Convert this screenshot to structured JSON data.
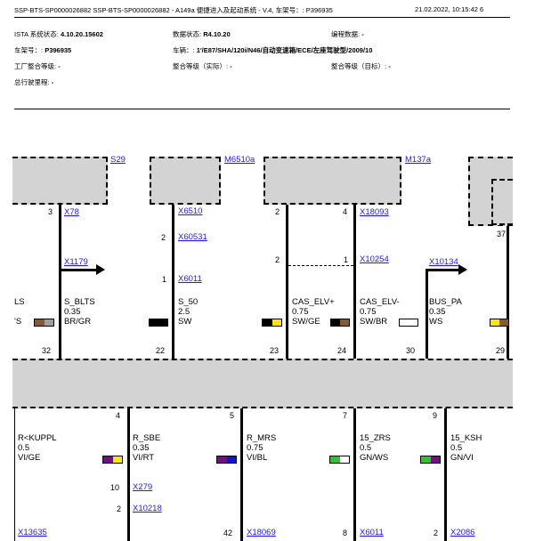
{
  "header": {
    "top_line": "SSP-BTS-SP0000026882 SSP-BTS-SP0000026882 - A149a 便捷进入及起动系统 - V.4, 车架号：: P396935",
    "datetime_page": "21.02.2022, 10:15:42  6",
    "ista_status_label": "ISTA 系统状态:",
    "ista_status_value": "4.10.20.15602",
    "data_status_label": "数据状态:",
    "data_status_value": "R4.10.20",
    "programming_label": "编程数据:",
    "programming_value": "-",
    "vin_label": "车架号：:",
    "vin_value": "P396935",
    "vehicle_label": "车辆：:",
    "vehicle_value": "1'/E87/SHA/120i/N46/自动变速箱/ECE/左座驾驶型/2009/10",
    "factory_level_label": "工厂整合等级:",
    "factory_level_value": "-",
    "actual_level_label": "整合等级（实际）:",
    "actual_level_value": "-",
    "target_level_label": "整合等级（目标）:",
    "target_level_value": "-",
    "mileage_label": "总行驶里程:",
    "mileage_value": "-"
  },
  "components": {
    "s29": "S29",
    "m6510a": "M6510a",
    "m137a": "M137a"
  },
  "connectors": {
    "x78": "X78",
    "x6510": "X6510",
    "x60531": "X60531",
    "x6011_top": "X6011",
    "x1179": "X1179",
    "x18093": "X18093",
    "x10254": "X10254",
    "x10134": "X10134",
    "x279": "X279",
    "x10218": "X10218",
    "x13635": "X13635",
    "x18069": "X18069",
    "x6011_bottom": "X6011",
    "x2086": "X2086"
  },
  "pins": {
    "p3": "3",
    "p2a": "2",
    "p1a": "1",
    "p2b": "2",
    "p4a": "4",
    "p2c": "2",
    "p1b": "1",
    "p37": "37",
    "p32": "32",
    "p22": "22",
    "p23": "23",
    "p24": "24",
    "p30": "30",
    "p29": "29",
    "p4b": "4",
    "p5": "5",
    "p7": "7",
    "p9": "9",
    "p10": "10",
    "p2d": "2",
    "p42": "42",
    "p8": "8",
    "p2e": "2"
  },
  "upper_signals": [
    {
      "name": "LS",
      "size": "",
      "color": "'S"
    },
    {
      "name": "S_BLTS",
      "size": "0.35",
      "color": "BR/GR"
    },
    {
      "name": "S_50",
      "size": "2.5",
      "color": "SW"
    },
    {
      "name": "CAS_ELV+",
      "size": "0.75",
      "color": "SW/GE"
    },
    {
      "name": "CAS_ELV-",
      "size": "0.75",
      "color": "SW/BR"
    },
    {
      "name": "BUS_PA",
      "size": "0.35",
      "color": "WS"
    }
  ],
  "lower_signals": [
    {
      "name": "R<KUPPL",
      "size": "0.5",
      "color": "VI/GE"
    },
    {
      "name": "R_SBE",
      "size": "0.35",
      "color": "VI/RT"
    },
    {
      "name": "R_MRS",
      "size": "0.75",
      "color": "VI/BL"
    },
    {
      "name": "15_ZRS",
      "size": "0.5",
      "color": "GN/WS"
    },
    {
      "name": "15_KSH",
      "size": "0.5",
      "color": "GN/VI"
    }
  ],
  "wire_colors": {
    "brown": "#8b5a2b",
    "gray": "#a0a0a0",
    "black": "#000000",
    "yellow": "#ffe600",
    "white": "#ffffff",
    "violet": "#7a0a8c",
    "red": "#e00000",
    "blue": "#1010e0",
    "green": "#22cc22",
    "module_fill": "#d3d3d3"
  }
}
